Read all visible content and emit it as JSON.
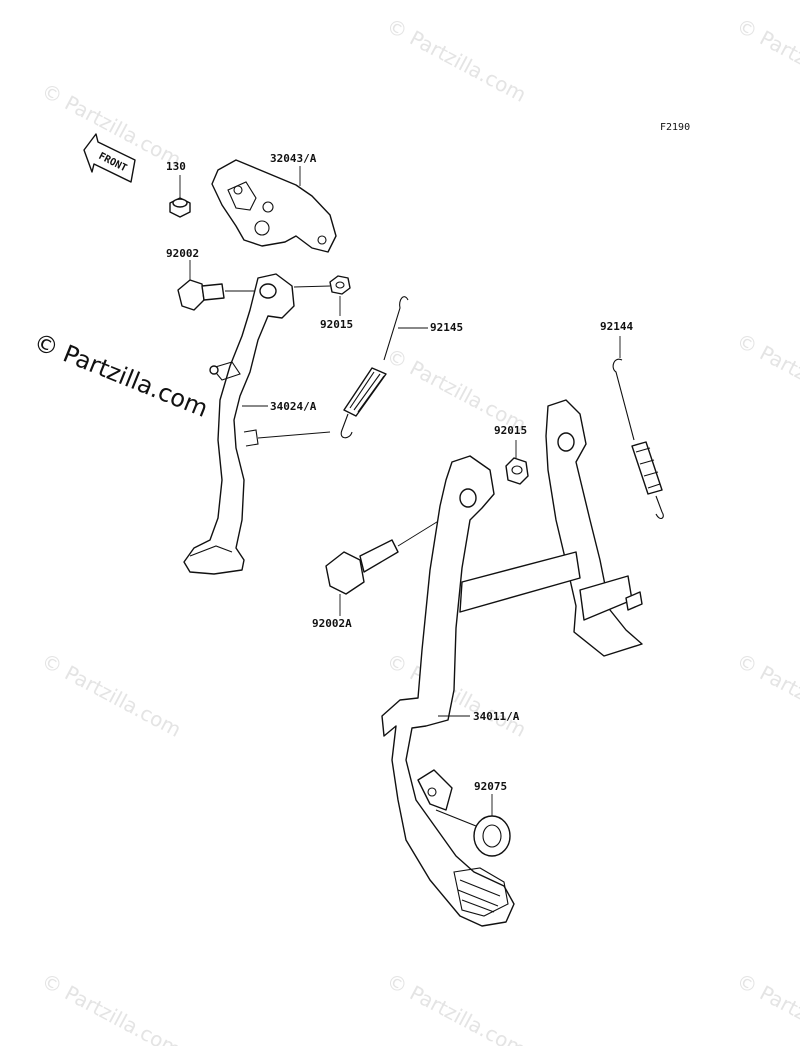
{
  "figure_code": "F2190",
  "front_arrow_label": "FRONT",
  "watermark": "© Partzilla.com",
  "side_watermark": "© Partzilla.com",
  "part_labels": {
    "p130": "130",
    "p32043A": "32043/A",
    "p92002": "92002",
    "p92015_top": "92015",
    "p92145": "92145",
    "p92144": "92144",
    "p34024A": "34024/A",
    "p92015_mid": "92015",
    "p92002A": "92002A",
    "p34011A": "34011/A",
    "p92075": "92075"
  }
}
